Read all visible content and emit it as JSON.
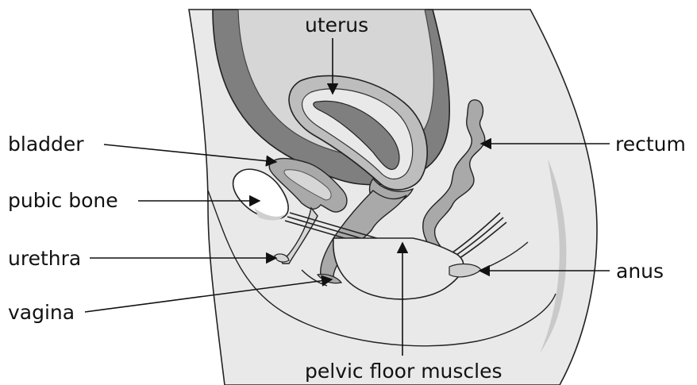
{
  "labels": {
    "uterus": "uterus",
    "bladder": "bladder",
    "pubic_bone": "pubic bone",
    "urethra": "urethra",
    "vagina": "vagina",
    "rectum": "rectum",
    "anus": "anus",
    "pelvic_floor": "pelvic floor muscles"
  },
  "colors": {
    "body_fill": "#e9e9e9",
    "dark_organ": "#7f7f7f",
    "mid_organ": "#a9a9a9",
    "light_tissue": "#d6d6d6",
    "bone": "#ffffff",
    "line": "#111111"
  }
}
